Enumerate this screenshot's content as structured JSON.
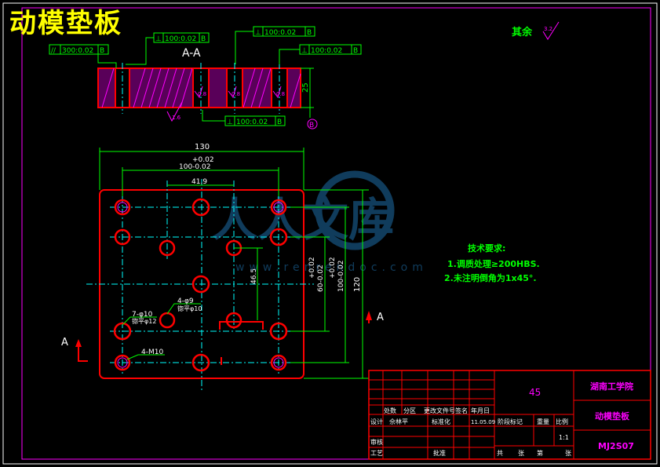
{
  "title": "动模垫板",
  "section_label": "A-A",
  "view_marker": "A",
  "datum_letter": "B",
  "tolerance_frames": [
    {
      "symbol": "//",
      "value": "300:0.02",
      "datum": "B"
    },
    {
      "symbol": "⊥",
      "value": "100:0.02",
      "datum": "B"
    },
    {
      "symbol": "⊥",
      "value": "100:0.02",
      "datum": "B"
    },
    {
      "symbol": "⊥",
      "value": "100:0.02",
      "datum": "B"
    },
    {
      "symbol": "⊥",
      "value": "100:0.02",
      "datum": "B"
    }
  ],
  "roughness": {
    "label": "其余",
    "value": "3.2"
  },
  "roughness_local": [
    "1.6",
    "0.8",
    "0.8",
    "0.8"
  ],
  "dimensions": {
    "overall_width": "130",
    "hole_spacing_tol": "+0.02",
    "hole_spacing": "100-0.02",
    "inner_spacing": "41.9",
    "height_overall": "120",
    "v_spacing_1": "+0.02",
    "v_spacing_2": "60-0.02",
    "v_spacing_3": "+0.02",
    "v_spacing_4": "100-0.02",
    "offset": "46.5",
    "thickness": "25"
  },
  "hole_notes": [
    {
      "line1": "7-φ10",
      "line2": "锪平φ12"
    },
    {
      "line1": "4-φ9",
      "line2": "锪平φ10"
    },
    {
      "line1": "4-M10",
      "line2": ""
    }
  ],
  "technical_requirements": {
    "heading": "技术要求:",
    "items": [
      "1.调质处理≥200HBS.",
      "2.未注明倒角为1x45°."
    ]
  },
  "watermark": {
    "text": "人人文库",
    "url": "www.renrendoc.com"
  },
  "title_block": {
    "material": "45",
    "school": "湖南工学院",
    "part_name": "动模垫板",
    "drawing_no": "MJ2S07",
    "scale": "1:1",
    "header_row": [
      "处数",
      "分区",
      "更改文件号",
      "签名",
      "年月日"
    ],
    "design": "设计",
    "designer": "佘林平",
    "standardization": "标准化",
    "date": "11.05.09",
    "stage_mark": "阶段标记",
    "weight": "重量",
    "ratio": "比例",
    "review": "审核",
    "process": "工艺",
    "approve": "批准",
    "total": "共",
    "sheet": "张",
    "page": "第",
    "zhang": "张"
  },
  "colors": {
    "part_outline": "#ff0000",
    "dimension": "#00ff00",
    "centerline": "#00ffff",
    "text_magenta": "#ff00ff",
    "frame": "#ffffff",
    "title_yellow": "#ffff00",
    "watermark": "#1e6ea8"
  }
}
